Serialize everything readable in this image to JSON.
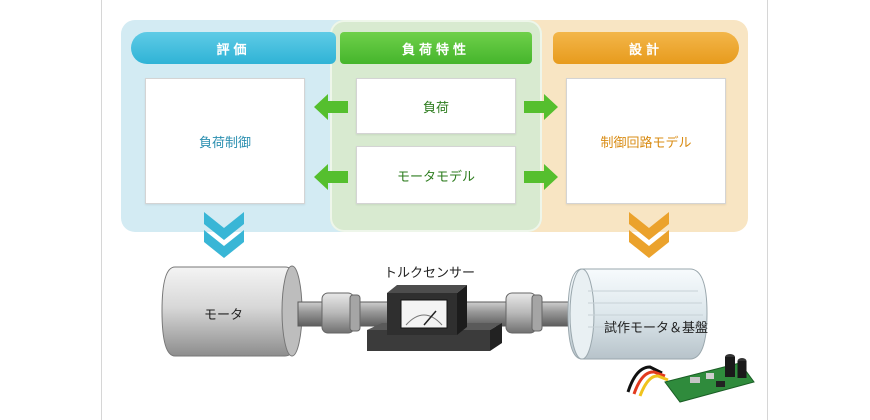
{
  "headers": {
    "eval": "評価",
    "load_characteristics": "負荷特性",
    "design": "設計"
  },
  "cards": {
    "eval": "負荷制御",
    "load": "負荷",
    "motor_model": "モータモデル",
    "design": "制御回路モデル"
  },
  "bottom": {
    "motor_label": "モータ",
    "torque_sensor_label": "トルクセンサー",
    "prototype_label": "試作モータ＆基盤"
  },
  "colors": {
    "eval_accent": "#2fb3d6",
    "load_accent": "#45b52c",
    "design_accent": "#e79b1d"
  }
}
